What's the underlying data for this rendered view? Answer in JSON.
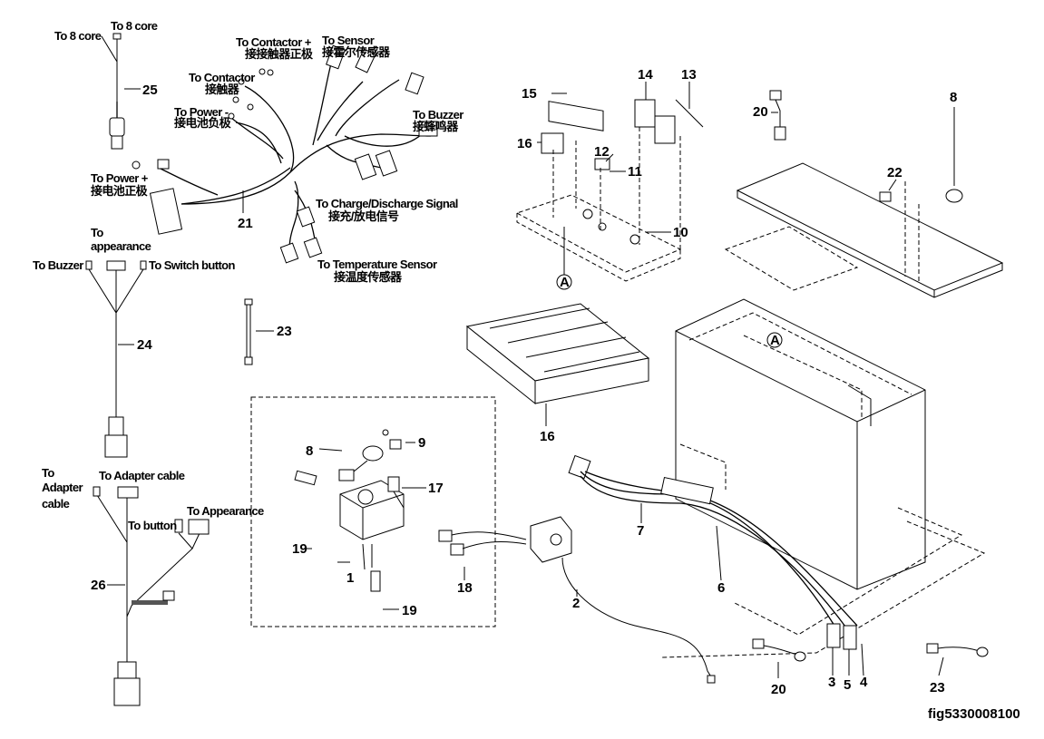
{
  "labels": {
    "to_8_core_a": "To 8 core",
    "to_8_core_b": "To 8 core",
    "to_contactor_plus": "To Contactor +",
    "to_contactor_plus_cn": "接接触器正极",
    "to_sensor": "To Sensor",
    "to_sensor_cn": "接霍尔传感器",
    "to_contactor": "To Contactor",
    "to_contactor_cn": "接触器",
    "to_power_minus": "To Power -",
    "to_power_minus_cn": "接电池负极",
    "to_buzzer": "To Buzzer",
    "to_buzzer_cn": "接蜂鸣器",
    "to_power_plus": "To Power +",
    "to_power_plus_cn": "接电池正极",
    "to_charge": "To Charge/Discharge Signal",
    "to_charge_cn": "接充/放电信号",
    "to_temp": "To Temperature Sensor",
    "to_temp_cn": "接温度传感器",
    "to": "To",
    "appearance": "appearance",
    "to_buzzer_24": "To Buzzer",
    "to_switch": "To Switch button",
    "to_adapter_1": "To",
    "to_adapter_2": "Adapter",
    "to_adapter_3": "cable",
    "to_adapter_cable": "To Adapter cable",
    "to_button": "To button",
    "to_appearance": "To Appearance"
  },
  "callouts": [
    "25",
    "21",
    "24",
    "23",
    "26",
    "15",
    "14",
    "13",
    "16",
    "12",
    "11",
    "10",
    "A",
    "A",
    "20",
    "22",
    "8",
    "16",
    "8",
    "9",
    "17",
    "19",
    "1",
    "19",
    "18",
    "2",
    "7",
    "6",
    "3",
    "5",
    "4",
    "20",
    "23"
  ],
  "figure_id": "fig5330008100"
}
